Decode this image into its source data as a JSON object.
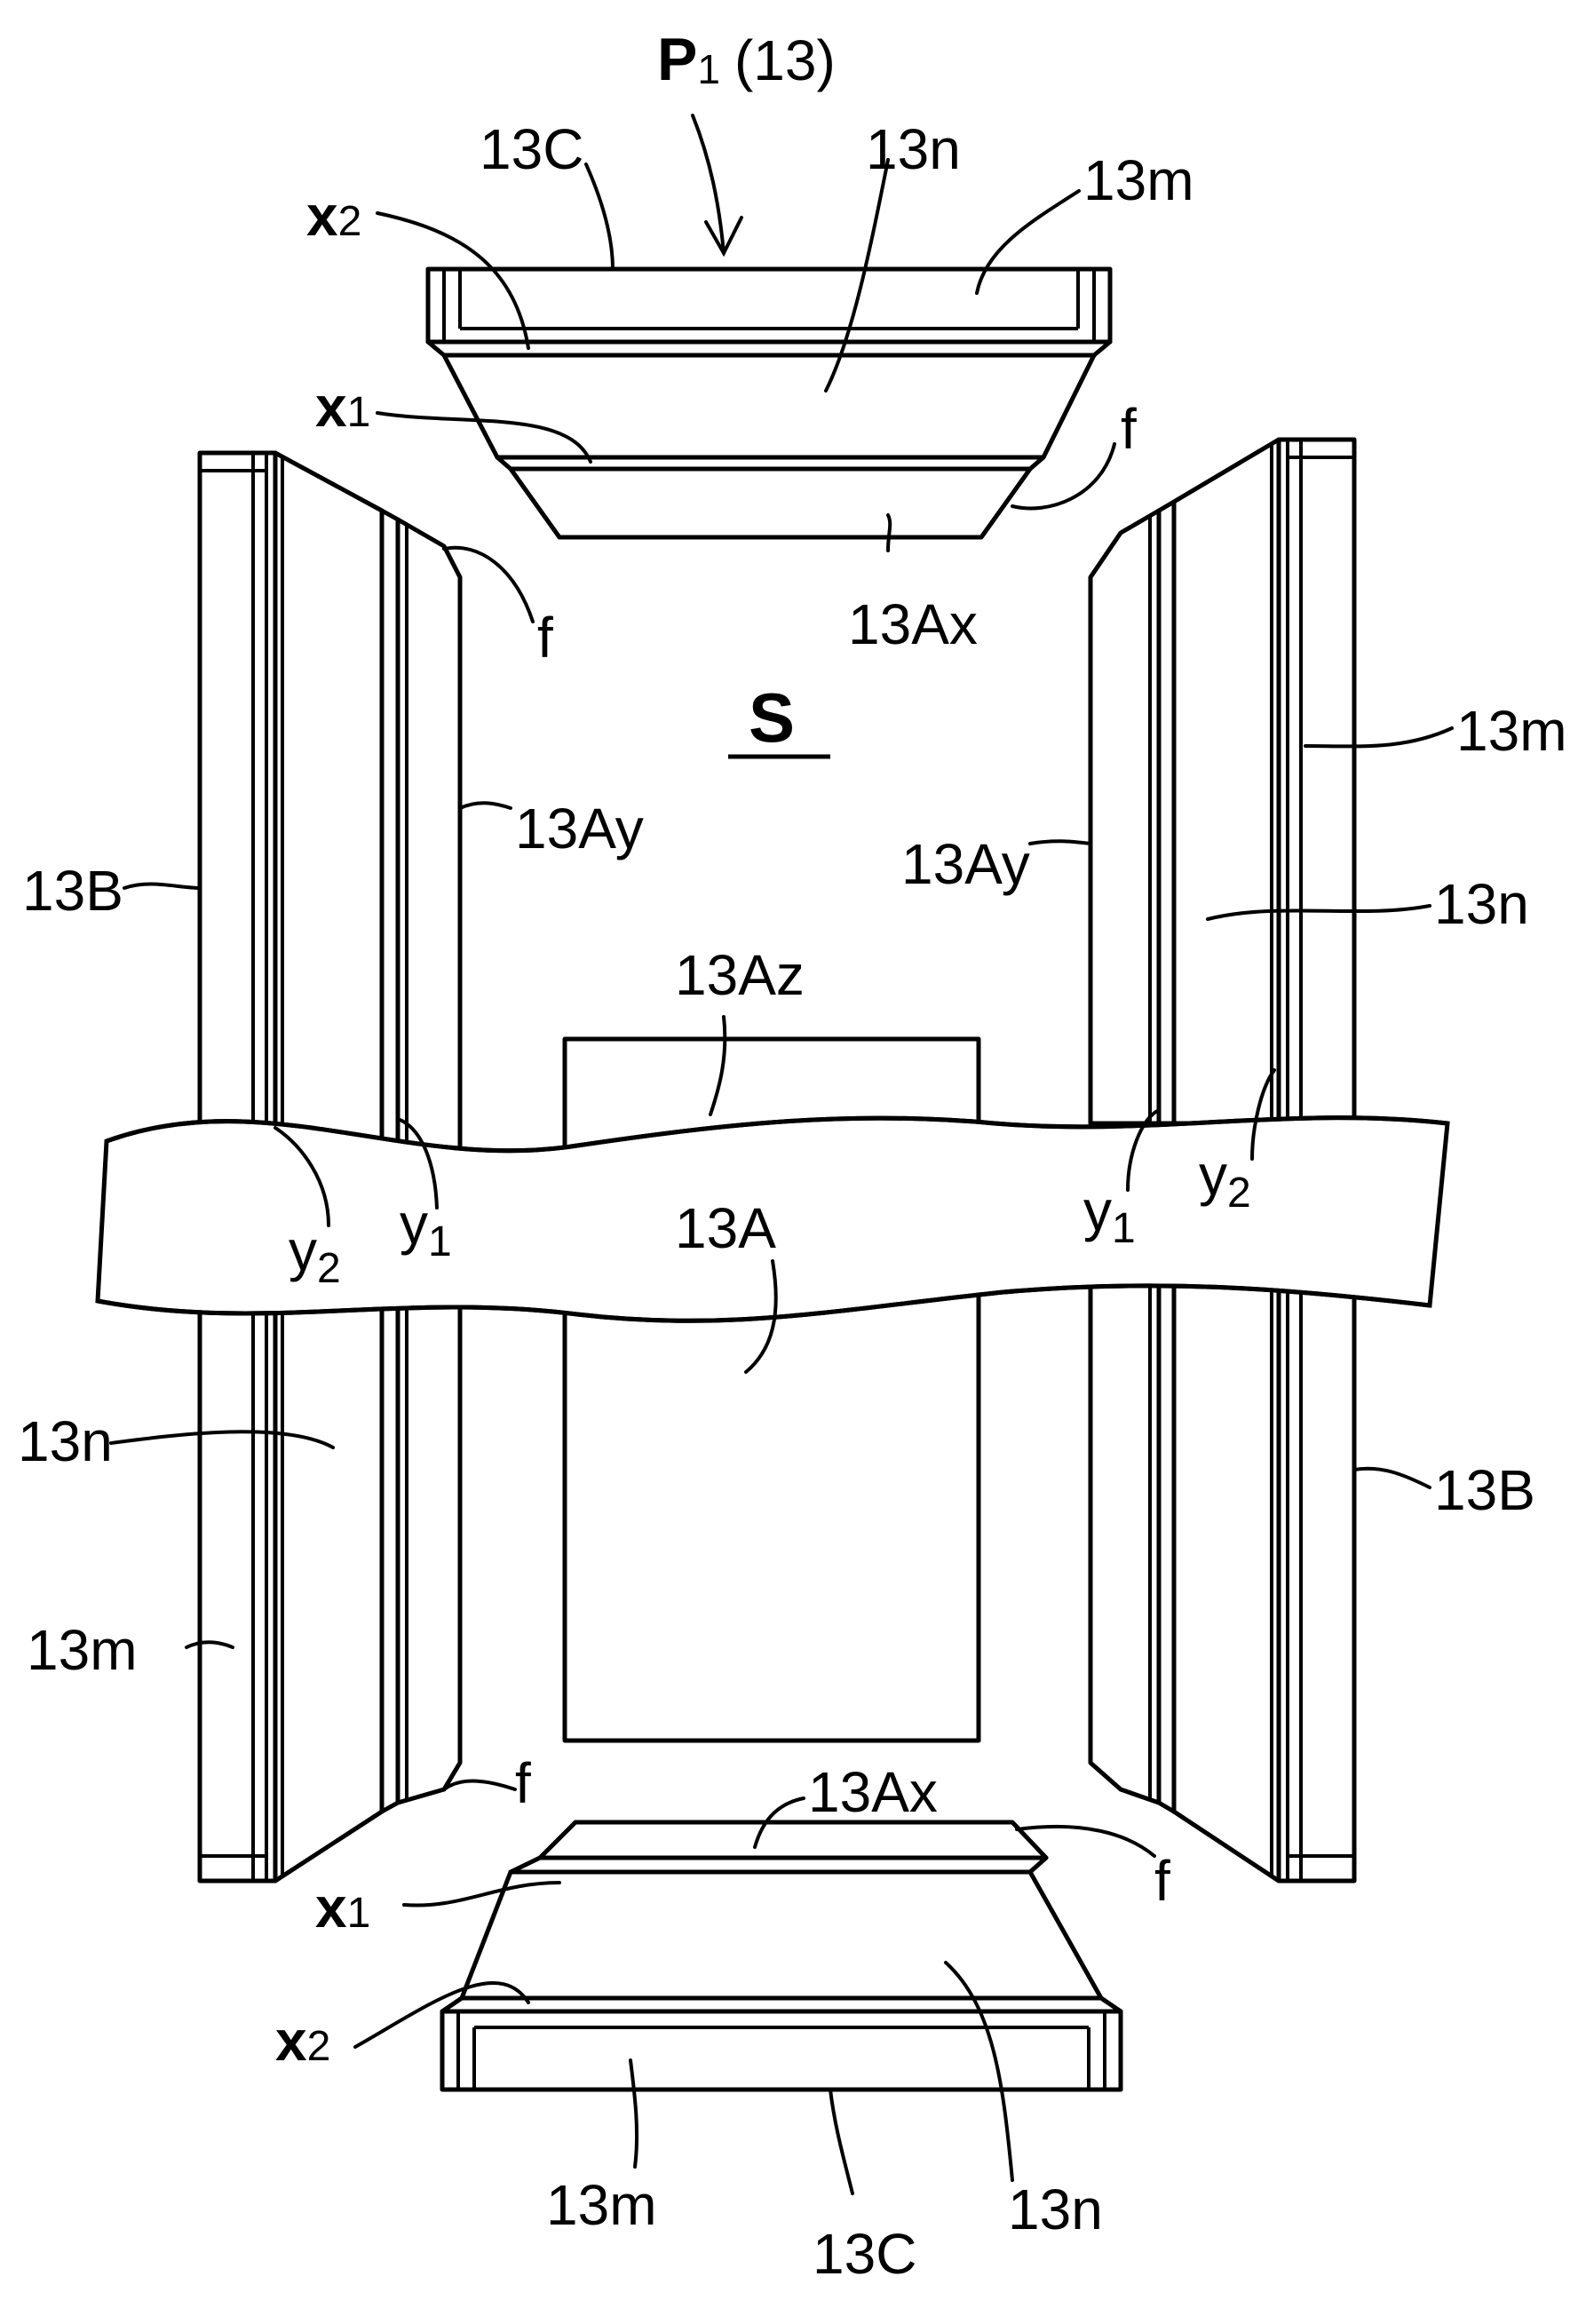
{
  "figure": {
    "title_main": "P",
    "title_sub": "1",
    "title_ref": "(13)",
    "space_label": "S",
    "labels": {
      "l_13C_top": "13C",
      "l_13n_top": "13n",
      "l_13m_top": "13m",
      "l_x2_top_main": "x",
      "l_x2_top_sub": "2",
      "l_x1_top_main": "x",
      "l_x1_top_sub": "1",
      "l_f_top_right": "f",
      "l_f_top_left": "f",
      "l_13Ax_top": "13Ax",
      "l_13m_right_top": "13m",
      "l_13Ay_left": "13Ay",
      "l_13Ay_right": "13Ay",
      "l_13B_left": "13B",
      "l_13n_right_top": "13n",
      "l_13Az": "13Az",
      "l_y2_left_main": "y",
      "l_y2_left_sub": "2",
      "l_y1_left_main": "y",
      "l_y1_left_sub": "1",
      "l_y1_right_main": "y",
      "l_y1_right_sub": "1",
      "l_y2_right_main": "y",
      "l_y2_right_sub": "2",
      "l_13A": "13A",
      "l_13n_left_bottom": "13n",
      "l_13B_right": "13B",
      "l_13m_left_bottom": "13m",
      "l_f_bottom_left": "f",
      "l_13Ax_bottom": "13Ax",
      "l_f_bottom_right": "f",
      "l_x1_bottom_main": "x",
      "l_x1_bottom_sub": "1",
      "l_x2_bottom_main": "x",
      "l_x2_bottom_sub": "2",
      "l_13m_bottom": "13m",
      "l_13C_bottom": "13C",
      "l_13n_bottom": "13n"
    }
  }
}
